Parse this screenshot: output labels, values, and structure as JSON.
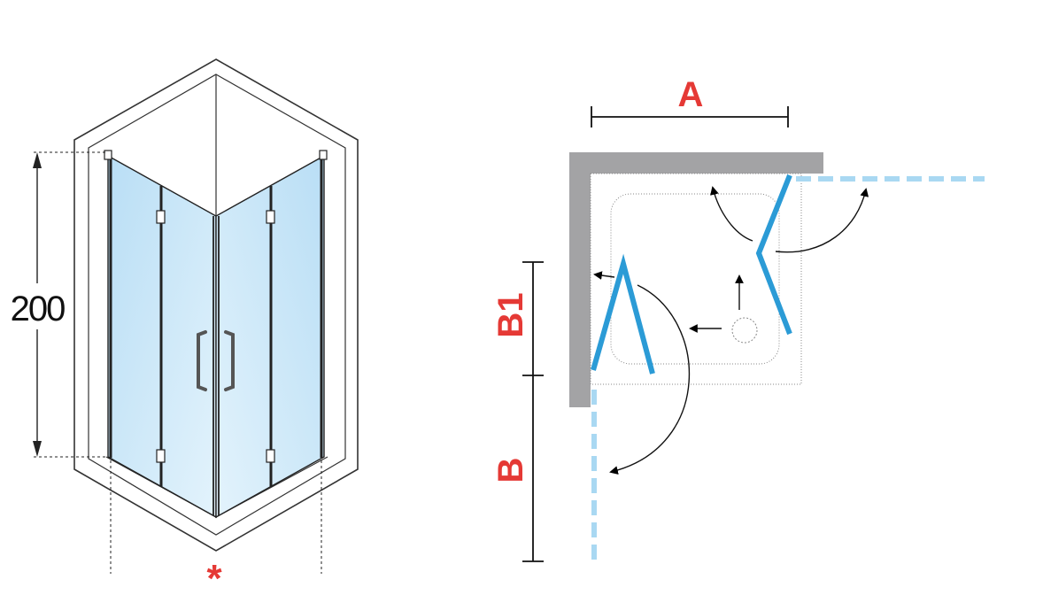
{
  "left_view": {
    "height_label": "200",
    "marker": "*"
  },
  "plan_view": {
    "label_a": "A",
    "label_b1": "B1",
    "label_b": "B"
  },
  "colors": {
    "accent_red": "#e53935",
    "glass_blue": "#2b9bd6",
    "open_dash_blue": "#a9d8f2",
    "wall_gray": "#a3a3a5",
    "glass_fill": "#cfe9f8"
  }
}
